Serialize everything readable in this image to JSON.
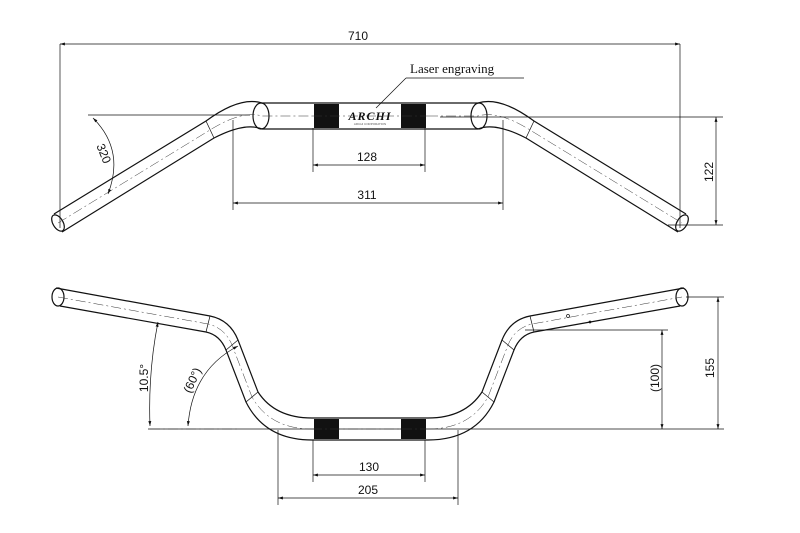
{
  "top_view": {
    "dim_overall_width": "710",
    "dim_rise": "122",
    "dim_grip_length": "320",
    "dim_center_section": "311",
    "dim_engraving_width": "128",
    "callout": "Laser engraving",
    "engraving_text": "ARCHI",
    "engraving_subtext": "ARCHI CORPORATION"
  },
  "front_view": {
    "dim_total_height": "155",
    "dim_inner_height": "(100)",
    "angle_sweep": "10.5°",
    "angle_bend": "(60°)",
    "dim_center_width": "130",
    "dim_base_width": "205"
  }
}
